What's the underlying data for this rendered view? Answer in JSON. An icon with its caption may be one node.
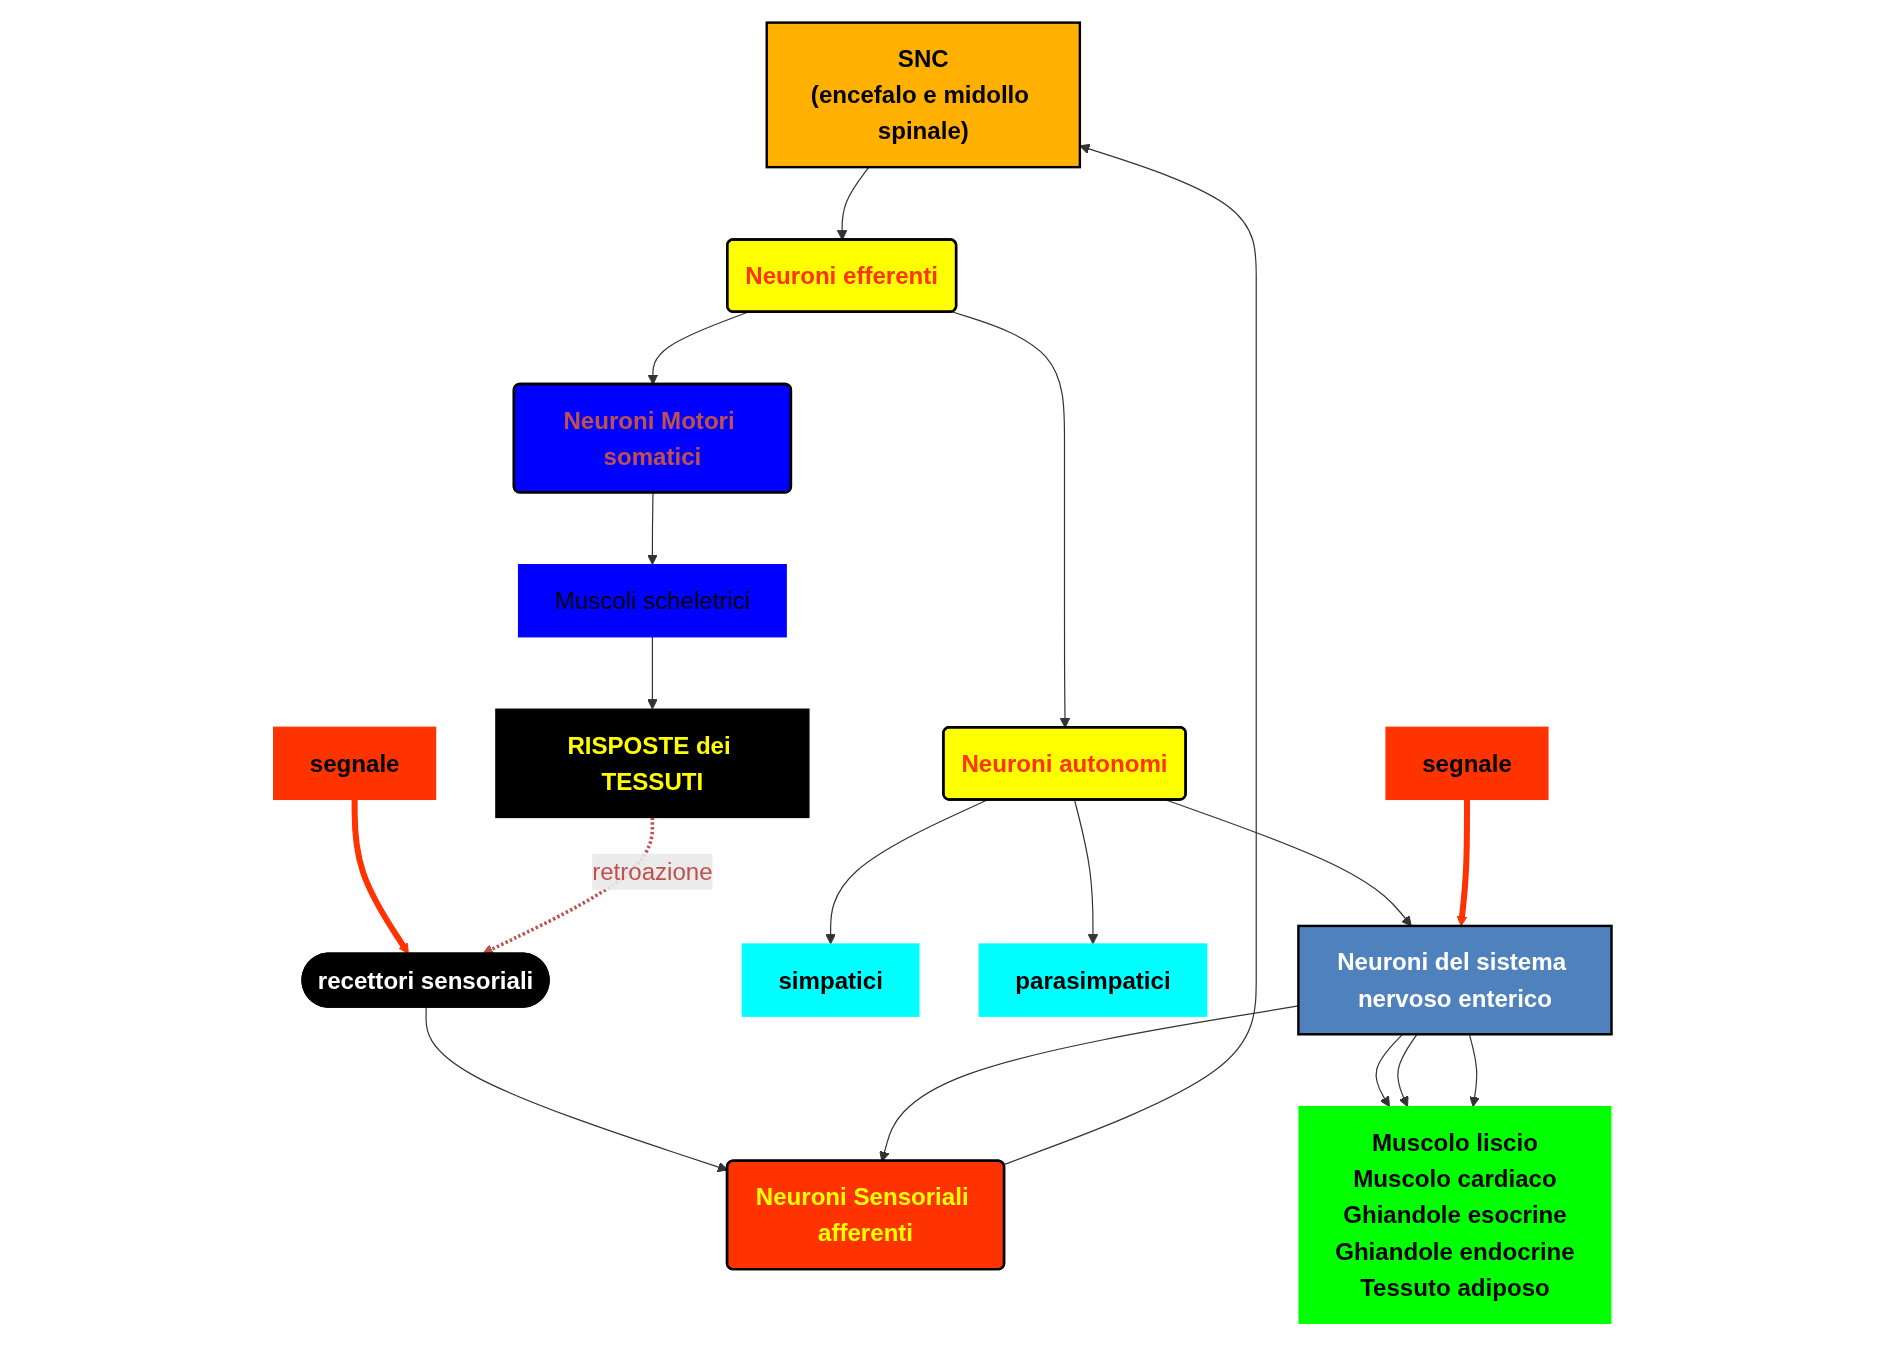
{
  "diagram": {
    "nodes": [
      {
        "text": [
          "SNC",
          "(encefalo e midollo spinale)"
        ]
      },
      {
        "text": [
          "Neuroni Sensoriali afferenti"
        ]
      },
      {
        "text": [
          "Neuroni efferenti"
        ]
      },
      {
        "text": [
          "Neuroni autonomi"
        ]
      },
      {
        "text": [
          "Neuroni Motori somatici"
        ]
      },
      {
        "text": [
          "segnale"
        ]
      },
      {
        "text": [
          "recettori sensoriali"
        ]
      },
      {
        "text": [
          "simpatici"
        ]
      },
      {
        "text": [
          "parasimpatici"
        ]
      },
      {
        "text": [
          "Neuroni del sistema nervoso enterico"
        ]
      },
      {
        "text": [
          "Muscolo liscio",
          "Muscolo cardiaco",
          "Ghiandole esocrine",
          "Ghiandole endocrine",
          "Tessuto adiposo"
        ]
      },
      {
        "text": [
          "segnale"
        ]
      },
      {
        "text": [
          "Muscoli scheletrici"
        ]
      },
      {
        "text": [
          "RISPOSTE dei TESSUTI"
        ]
      }
    ],
    "edges": [
      {
        "from": 1,
        "to": 0,
        "arrow": "to"
      },
      {
        "from": 0,
        "to": 2,
        "arrow": "to"
      },
      {
        "from": 2,
        "to": 3,
        "arrow": "to"
      },
      {
        "from": 2,
        "to": 4,
        "arrow": "to"
      },
      {
        "from": 6,
        "to": 1,
        "arrow": "to"
      },
      {
        "from": 9,
        "to": 1,
        "arrow": "to"
      },
      {
        "from": 5,
        "to": 6,
        "arrow": "to",
        "style": "thick",
        "color": "#ff3300"
      },
      {
        "from": 3,
        "to": 7,
        "arrow": "to"
      },
      {
        "from": 3,
        "to": 8,
        "arrow": "to"
      },
      {
        "from": 3,
        "to": 9,
        "arrow": "to"
      },
      {
        "from": 9,
        "to": 10,
        "arrow": "to"
      },
      {
        "from": 9,
        "to": 10,
        "arrow": "to"
      },
      {
        "from": 9,
        "to": 10,
        "arrow": "to"
      },
      {
        "from": 11,
        "to": 9,
        "arrow": "to",
        "style": "thick",
        "color": "#ff3300"
      },
      {
        "from": 4,
        "to": 12,
        "arrow": "to"
      },
      {
        "from": 12,
        "to": 13,
        "arrow": "to"
      },
      {
        "from": 13,
        "to": 6,
        "arrow": "to",
        "style": "dashed",
        "color": "#c0504d",
        "label": "retroazione"
      }
    ]
  }
}
